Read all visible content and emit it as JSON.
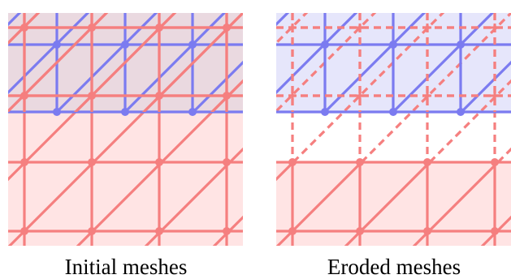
{
  "captions": {
    "left": "Initial meshes",
    "right": "Eroded meshes"
  },
  "colors": {
    "red_line": "#f57f7f",
    "red_fill": "#ffe4e4",
    "blue_line": "#7b7bf0",
    "blue_fill": "#e6e6fb",
    "overlap_fill": "#ead9e0",
    "background": "#ffffff"
  },
  "panels": [
    {
      "name": "initial-meshes",
      "caption_key": "left",
      "red_mesh": {
        "eroded": false,
        "dashed_top": false
      },
      "blue_mesh": {
        "translucent_over_red": true
      }
    },
    {
      "name": "eroded-meshes",
      "caption_key": "right",
      "red_mesh": {
        "eroded": true,
        "dashed_top": true
      },
      "blue_mesh": {
        "translucent_over_red": false
      }
    }
  ]
}
